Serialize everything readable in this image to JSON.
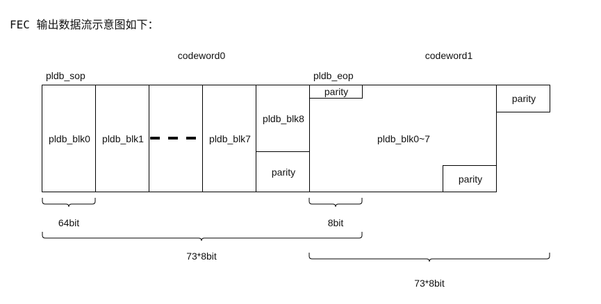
{
  "title": "FEC 输出数据流示意图如下：",
  "codewords": [
    "codeword0",
    "codeword1"
  ],
  "markers": {
    "sop": "pldb_sop",
    "eop": "pldb_eop"
  },
  "blocks": {
    "blk0": "pldb_blk0",
    "blk1": "pldb_blk1",
    "blk7": "pldb_blk7",
    "blk8": "pldb_blk8",
    "blk0_7": "pldb_blk0~7"
  },
  "parity_label": "parity",
  "braces": {
    "width_64": "64bit",
    "width_8": "8bit",
    "codeword0_total": "73*8bit",
    "codeword1_total": "73*8bit"
  }
}
